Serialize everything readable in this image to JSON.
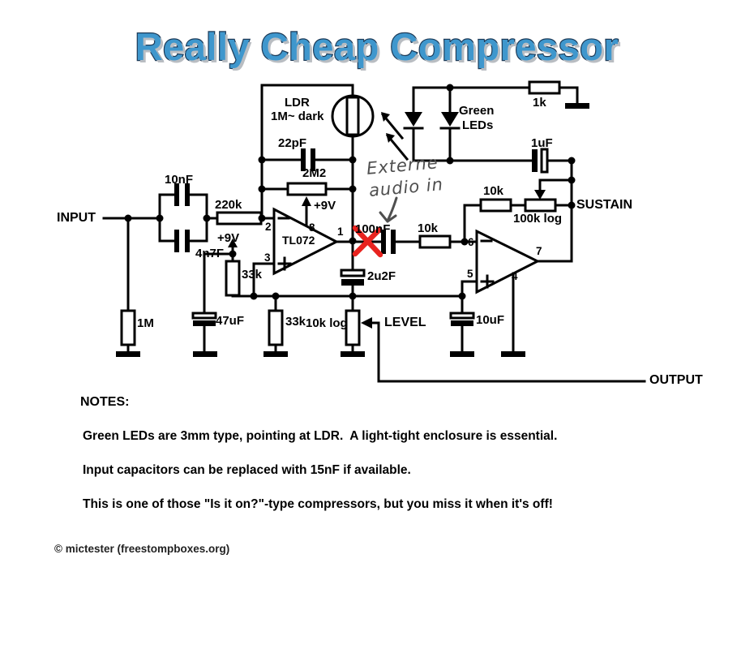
{
  "title": "Really Cheap Compressor",
  "colors": {
    "title_fill": "#3f97cd",
    "title_outline": "#1d3a57",
    "wire": "#000000",
    "cross": "#e8231f",
    "annotation": "#4f4f4f",
    "background": "#ffffff"
  },
  "schematic": {
    "io": {
      "input": "INPUT",
      "output": "OUTPUT",
      "sustain": "SUSTAIN",
      "level": "LEVEL"
    },
    "supply": {
      "bias": "+9V",
      "opamp": "+9V"
    },
    "components": {
      "c_input_top": "10nF",
      "c_input_bottom": "4n7F",
      "r_input_series": "220k",
      "r_input_gnd": "1M",
      "r_bias_top": "33k",
      "r_bias_bottom": "33k",
      "c_bias": "47uF",
      "ldr_name": "LDR",
      "ldr_value": "1M~ dark",
      "c_feedback": "22pF",
      "r_feedback": "2M2",
      "c_output": "2u2F",
      "pot_level": "10k log",
      "c_couple": "100nF",
      "r_series2": "10k",
      "r_feedback2": "10k",
      "pot_sustain": "100k log",
      "c_sustain": "1uF",
      "r_led": "1k",
      "led_label_line1": "Green",
      "led_label_line2": "LEDs",
      "c_ref": "10uF"
    },
    "opamp1": {
      "name": "TL072",
      "pin_inv": "2",
      "pin_noninv": "3",
      "pin_out": "1",
      "pin_supply": "8"
    },
    "opamp2": {
      "pin_inv": "6",
      "pin_noninv": "5",
      "pin_out": "7",
      "pin_gnd": "4"
    }
  },
  "annotation": {
    "line1": "Externe",
    "line2": "audio in"
  },
  "notes": {
    "heading": "NOTES:",
    "items": [
      "Green LEDs are 3mm type, pointing at LDR.  A light-tight enclosure is essential.",
      "Input capacitors can be replaced with 15nF if available.",
      "This is one of those \"Is it on?\"-type compressors, but you miss it when it's off!"
    ]
  },
  "credit": "© mictester (freestompboxes.org)"
}
